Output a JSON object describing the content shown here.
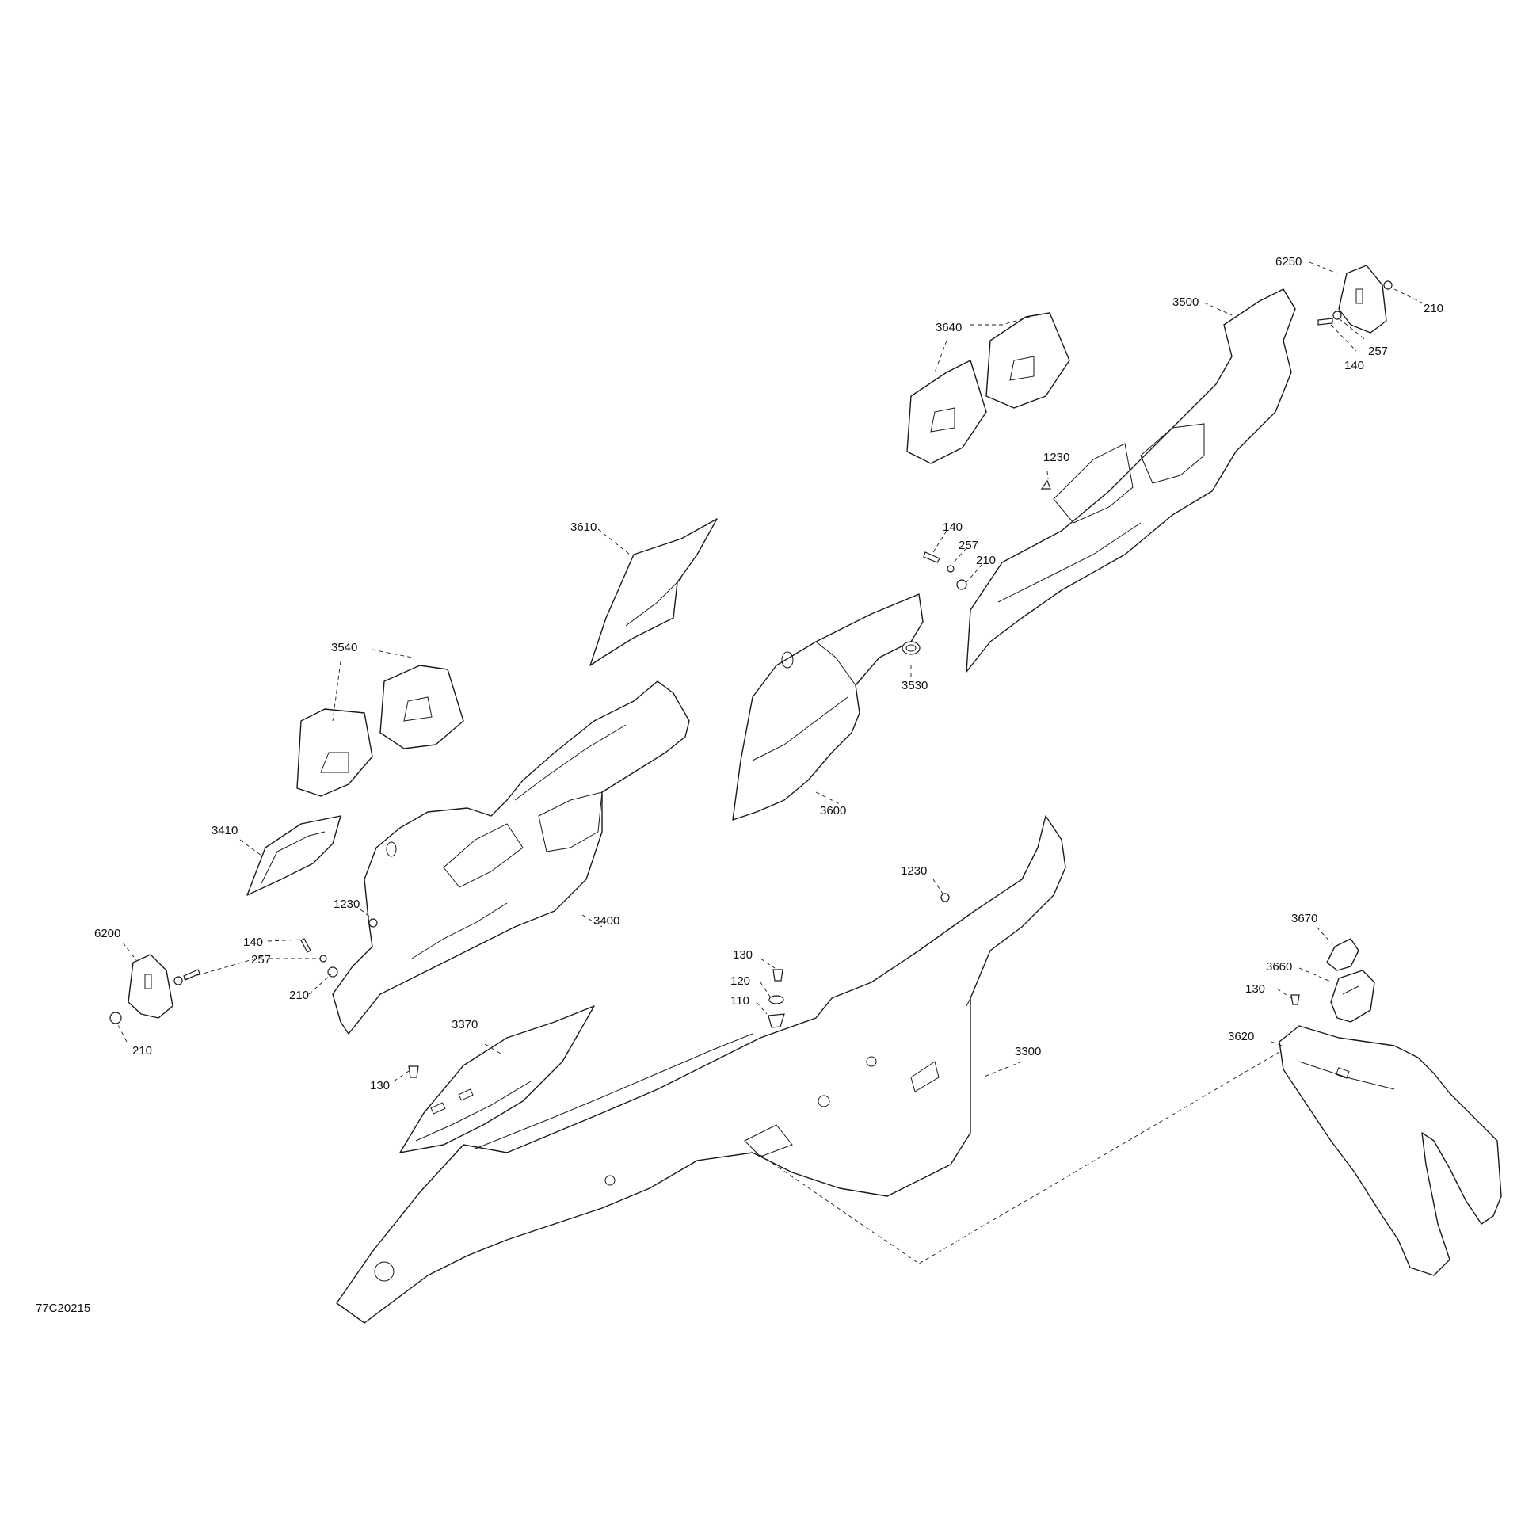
{
  "diagram_code": "77C20215",
  "callouts": {
    "p6250": "6250",
    "p210_a": "210",
    "p257_a": "257",
    "p140_a": "140",
    "p3500": "3500",
    "p3640": "3640",
    "p1230_a": "1230",
    "p140_b": "140",
    "p257_b": "257",
    "p210_b": "210",
    "p3610": "3610",
    "p3530": "3530",
    "p3600": "3600",
    "p3540": "3540",
    "p3410": "3410",
    "p3400": "3400",
    "p1230_b": "1230",
    "p6200": "6200",
    "p140_c": "140",
    "p257_c": "257",
    "p210_c": "210",
    "p210_d": "210",
    "p1230_c": "1230",
    "p130_a": "130",
    "p120": "120",
    "p110": "110",
    "p3370": "3370",
    "p130_b": "130",
    "p3300": "3300",
    "p3670": "3670",
    "p3660": "3660",
    "p130_c": "130",
    "p3620": "3620"
  }
}
